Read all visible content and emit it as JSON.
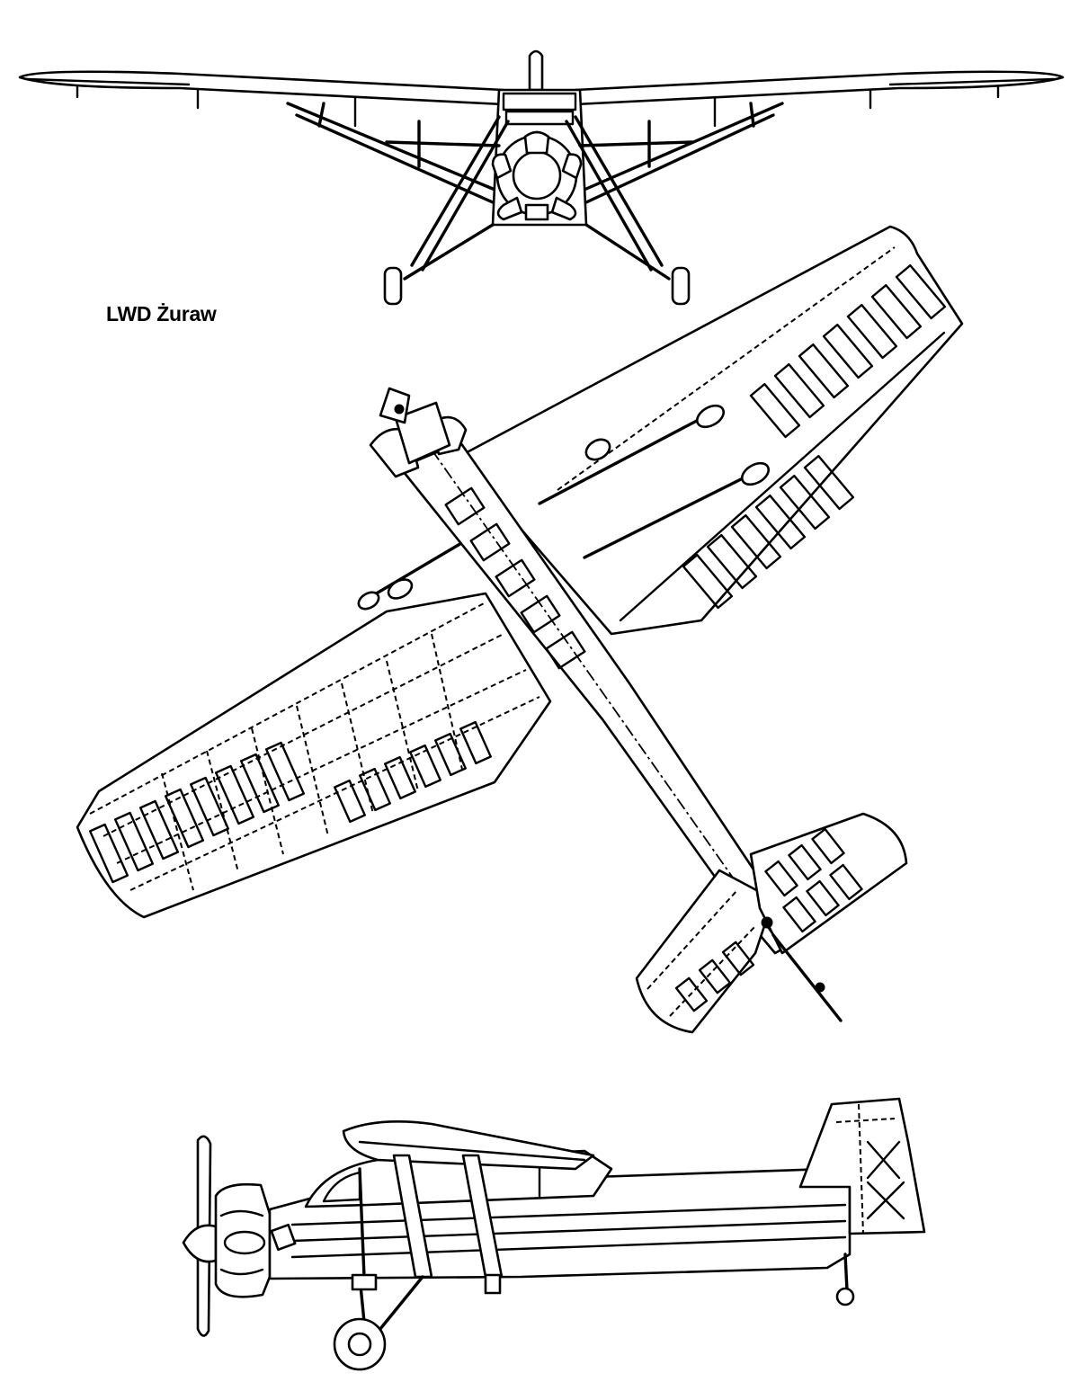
{
  "drawing": {
    "title": "LWD Żuraw",
    "views": [
      "front-view",
      "top-view",
      "side-view"
    ]
  }
}
